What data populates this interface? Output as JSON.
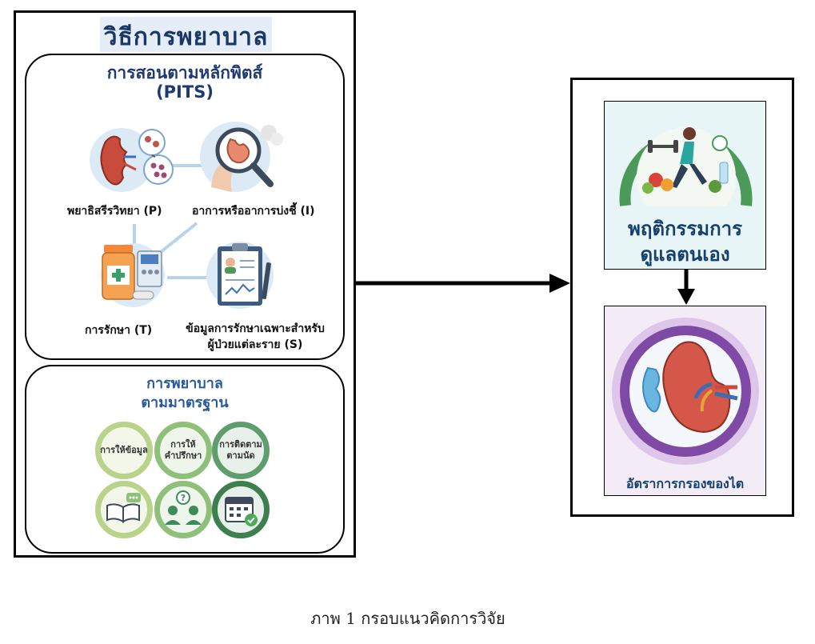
{
  "left_panel": {
    "title": "วิธีการพยาบาล",
    "pits": {
      "title_line1": "การสอนตามหลักพิตส์",
      "title_line2": "(PITS)",
      "items": [
        {
          "label": "พยาธิสรีรวิทยา (P)",
          "icon": "kidney-pathology-icon"
        },
        {
          "label": "อาการหรืออาการบ่งชี้ (I)",
          "icon": "stomach-magnifier-icon"
        },
        {
          "label": "การรักษา (T)",
          "icon": "medicine-dialysis-icon"
        },
        {
          "label_line1": "ข้อมูลการรักษาเฉพาะสำหรับ",
          "label_line2": "ผู้ป่วยแต่ละราย (S)",
          "icon": "clipboard-report-icon"
        }
      ]
    },
    "standard": {
      "title_line1": "การพยาบาล",
      "title_line2": "ตามมาตรฐาน",
      "circles": [
        {
          "label_line1": "การให้ข้อมูล",
          "label_line2": ""
        },
        {
          "label_line1": "การให้",
          "label_line2": "คำปรึกษา"
        },
        {
          "label_line1": "การติดตาม",
          "label_line2": "ตามนัด"
        }
      ],
      "icon_circles": [
        "book-chat-icon",
        "people-question-icon",
        "calendar-check-icon"
      ]
    }
  },
  "right_panel": {
    "self_care": {
      "line1": "พฤติกรรมการ",
      "line2": "ดูแลตนเอง"
    },
    "kidney": {
      "label": "อัตราการกรองของไต"
    }
  },
  "caption": "ภาพ 1 กรอบแนวคิดการวิจัย",
  "colors": {
    "title_bg": "#e4edf8",
    "pits_title": "#1f3a70",
    "standard_title": "#2a5a9e",
    "self_care_text": "#15406e",
    "green_ring": "#4c9a5a",
    "purple_ring": "#7e4aa6",
    "arrow": "#000000"
  }
}
